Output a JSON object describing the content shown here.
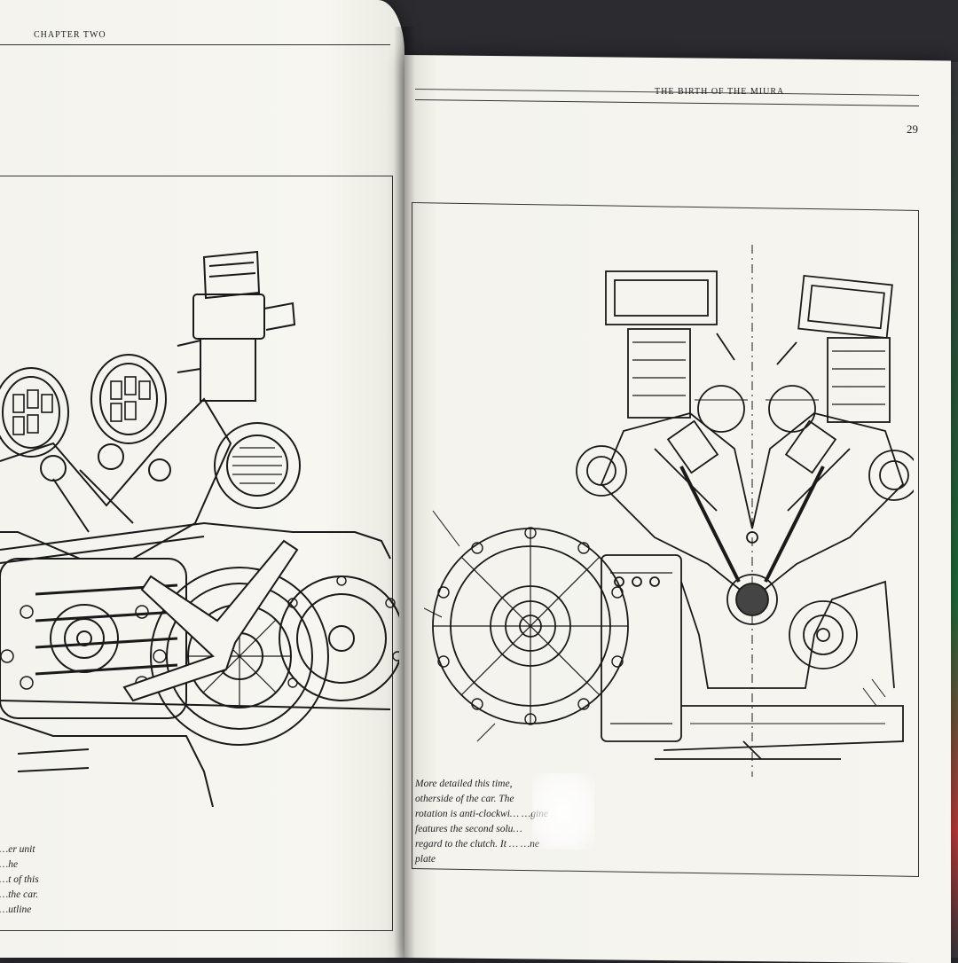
{
  "book": {
    "left_page": {
      "running_head": "CHAPTER TWO",
      "caption": "…er unit\n…he\n…t of this\n…the car.\n…utline"
    },
    "right_page": {
      "running_head": "THE BIRTH OF THE MIURA",
      "page_number": "29",
      "caption": "More detailed this time,\notherside of the car. The\nrotation is anti-clockwi… …gine\nfeatures the second solu…\nregard to the clutch. It … …ne\nplate"
    }
  },
  "colors": {
    "paper": "#f6f5ef",
    "ink": "#222222",
    "background": "#2b2b30",
    "cover_green": "#1f6e3a",
    "cover_red": "#c23b3b"
  }
}
